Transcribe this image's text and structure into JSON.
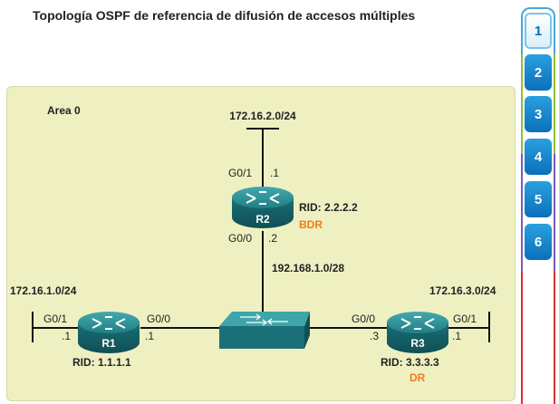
{
  "title": "Topología OSPF de referencia de difusión de accesos múltiples",
  "area_label": "Area 0",
  "networks": {
    "top": "172.16.2.0/24",
    "left": "172.16.1.0/24",
    "right": "172.16.3.0/24",
    "middle": "192.168.1.0/28"
  },
  "routers": {
    "r1": {
      "name": "R1",
      "rid": "RID: 1.1.1.1",
      "g01": "G0/1",
      "g01_ip": ".1",
      "g00": "G0/0",
      "g00_ip": ".1"
    },
    "r2": {
      "name": "R2",
      "rid": "RID: 2.2.2.2",
      "role": "BDR",
      "g01": "G0/1",
      "g01_ip": ".1",
      "g00": "G0/0",
      "g00_ip": ".2"
    },
    "r3": {
      "name": "R3",
      "rid": "RID: 3.3.3.3",
      "role": "DR",
      "g00": "G0/0",
      "g00_ip": ".3",
      "g01": "G0/1",
      "g01_ip": ".1"
    }
  },
  "nav": {
    "buttons": [
      "1",
      "2",
      "3",
      "4",
      "5",
      "6"
    ],
    "active_index": 0
  },
  "colors": {
    "area_bg": "#eef0c2",
    "router": "#1f7f86",
    "role_label": "#f07c1c",
    "nav_button": "#0a70bb"
  }
}
